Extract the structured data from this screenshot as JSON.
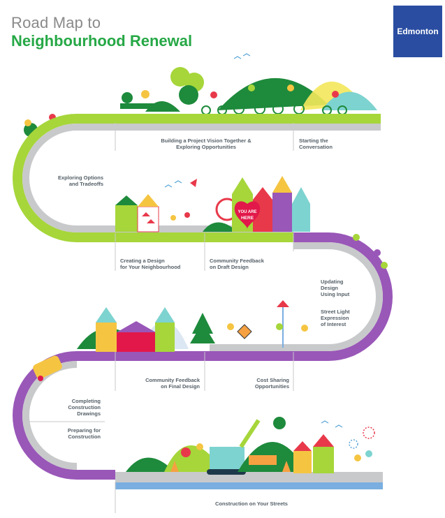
{
  "title": {
    "line1": "Road Map to",
    "line2": "Neighbourhood Renewal"
  },
  "logo": {
    "text": "Edmonton"
  },
  "badge": {
    "line1": "YOU ARE",
    "line2": "HERE"
  },
  "stages": {
    "building_vision": {
      "line1": "Building a Project Vision Together &",
      "line2": "Exploring Opportunities"
    },
    "starting_conversation": {
      "line1": "Starting the",
      "line2": "Conversation"
    },
    "exploring_options": {
      "line1": "Exploring Options",
      "line2": "and Tradeoffs"
    },
    "creating_design": {
      "line1": "Creating a Design",
      "line2": "for Your Neighbourhood"
    },
    "community_draft": {
      "line1": "Community Feedback",
      "line2": "on Draft Design"
    },
    "updating_design": {
      "line1": "Updating",
      "line2": "Design",
      "line3": "Using Input"
    },
    "street_light": {
      "line1": "Street Light",
      "line2": "Expression",
      "line3": "of Interest"
    },
    "community_final": {
      "line1": "Community Feedback",
      "line2": "on Final Design"
    },
    "cost_sharing": {
      "line1": "Cost Sharing",
      "line2": "Opportunities"
    },
    "completing_drawings": {
      "line1": "Completing",
      "line2": "Construction",
      "line3": "Drawings"
    },
    "preparing": {
      "line1": "Preparing for",
      "line2": "Construction"
    },
    "construction": {
      "line1": "Construction on Your Streets"
    }
  },
  "colors": {
    "green_road": "#a6d63a",
    "purple_road": "#9957b8",
    "blue_road": "#7aaee0",
    "grey_road": "#c8c9cb",
    "dark_green": "#1e8a3c",
    "brand_blue": "#2a4da1",
    "title_green": "#26a846",
    "label_grey": "#556068"
  }
}
